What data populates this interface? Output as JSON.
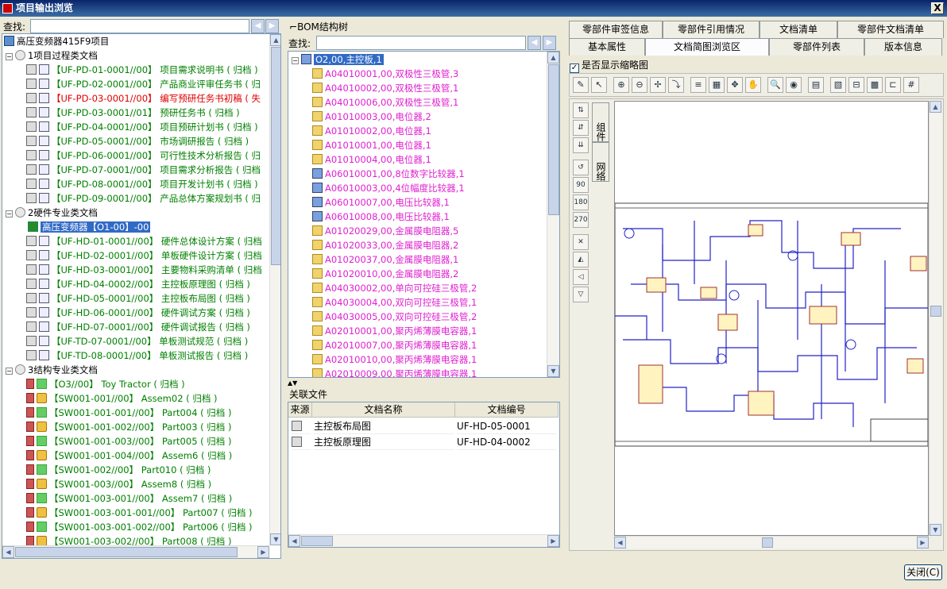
{
  "window": {
    "title": "项目输出浏览",
    "close_glyph": "X"
  },
  "left": {
    "search_label": "查找:",
    "root": "高压变频器415F9项目",
    "groups": [
      {
        "label": "1项目过程类文档",
        "items": [
          {
            "text": "【UF-PD-01-0001//00】 项目需求说明书 ( 归档 )",
            "color": "g"
          },
          {
            "text": "【UF-PD-02-0001//00】 产品商业评审任务书 ( 归",
            "color": "g"
          },
          {
            "text": "【UF-PD-03-0001//00】 编写预研任务书初稿 ( 失",
            "color": "r"
          },
          {
            "text": "【UF-PD-03-0001//01】 预研任务书 ( 归档 )",
            "color": "g"
          },
          {
            "text": "【UF-PD-04-0001//00】 项目预研计划书 ( 归档 )",
            "color": "g"
          },
          {
            "text": "【UF-PD-05-0001//00】 市场调研报告 ( 归档 )",
            "color": "g"
          },
          {
            "text": "【UF-PD-06-0001//00】 可行性技术分析报告 ( 归",
            "color": "g"
          },
          {
            "text": "【UF-PD-07-0001//00】 项目需求分析报告 ( 归档",
            "color": "g"
          },
          {
            "text": "【UF-PD-08-0001//00】 项目开发计划书 ( 归档 )",
            "color": "g"
          },
          {
            "text": "【UF-PD-09-0001//00】 产品总体方案规划书 ( 归",
            "color": "g"
          }
        ]
      },
      {
        "label": "2硬件专业类文档",
        "selected": "高压变频器【O1-00】-00",
        "items": [
          {
            "text": "【UF-HD-01-0001//00】 硬件总体设计方案 ( 归档",
            "color": "g"
          },
          {
            "text": "【UF-HD-02-0001//00】 单板硬件设计方案 ( 归档",
            "color": "g"
          },
          {
            "text": "【UF-HD-03-0001//00】 主要物料采购清单 ( 归档",
            "color": "g"
          },
          {
            "text": "【UF-HD-04-0002//00】 主控板原理图 ( 归档 )",
            "color": "g"
          },
          {
            "text": "【UF-HD-05-0001//00】 主控板布局图 ( 归档 )",
            "color": "g"
          },
          {
            "text": "【UF-HD-06-0001//00】 硬件调试方案 ( 归档 )",
            "color": "g"
          },
          {
            "text": "【UF-HD-07-0001//00】 硬件调试报告 ( 归档 )",
            "color": "g"
          },
          {
            "text": "【UF-TD-07-0001//00】 单板测试规范 ( 归档 )",
            "color": "g"
          },
          {
            "text": "【UF-TD-08-0001//00】 单板测试报告 ( 归档 )",
            "color": "g"
          }
        ]
      },
      {
        "label": "3结构专业类文档",
        "items": [
          {
            "text": "【O3//00】 Toy Tractor ( 归档 )",
            "color": "g"
          },
          {
            "text": "【SW001-001//00】 Assem02 ( 归档 )",
            "color": "g"
          },
          {
            "text": "【SW001-001-001//00】 Part004 ( 归档 )",
            "color": "g"
          },
          {
            "text": "【SW001-001-002//00】 Part003 ( 归档 )",
            "color": "g"
          },
          {
            "text": "【SW001-001-003//00】 Part005 ( 归档 )",
            "color": "g"
          },
          {
            "text": "【SW001-001-004//00】 Assem6 ( 归档 )",
            "color": "g"
          },
          {
            "text": "【SW001-002//00】 Part010 ( 归档 )",
            "color": "g"
          },
          {
            "text": "【SW001-003//00】 Assem8 ( 归档 )",
            "color": "g"
          },
          {
            "text": "【SW001-003-001//00】 Assem7 ( 归档 )",
            "color": "g"
          },
          {
            "text": "【SW001-003-001-001//00】 Part007 ( 归档 )",
            "color": "g"
          },
          {
            "text": "【SW001-003-001-002//00】 Part006 ( 归档 )",
            "color": "g"
          },
          {
            "text": "【SW001-003-002//00】 Part008 ( 归档 )",
            "color": "g"
          }
        ]
      }
    ]
  },
  "bom": {
    "title": "BOM结构树",
    "search_label": "查找:",
    "root": "O2,00,主控板,1",
    "items": [
      "A04010001,00,双极性三极管,3",
      "A04010002,00,双极性三极管,1",
      "A04010006,00,双极性三极管,1",
      "A01010003,00,电位器,2",
      "A01010002,00,电位器,1",
      "A01010001,00,电位器,1",
      "A01010004,00,电位器,1",
      "A06010001,00,8位数字比较器,1",
      "A06010003,00,4位幅度比较器,1",
      "A06010007,00,电压比较器,1",
      "A06010008,00,电压比较器,1",
      "A01020029,00,金属膜电阻器,5",
      "A01020033,00,金属膜电阻器,2",
      "A01020037,00,金属膜电阻器,1",
      "A01020010,00,金属膜电阻器,2",
      "A04030002,00,单向可控硅三极管,2",
      "A04030004,00,双向可控硅三极管,1",
      "A04030005,00,双向可控硅三极管,2",
      "A02010001,00,聚丙烯薄膜电容器,1",
      "A02010007,00,聚丙烯薄膜电容器,1",
      "A02010010,00,聚丙烯薄膜电容器,1",
      "A02010009,00,聚丙烯薄膜电容器,1"
    ]
  },
  "related": {
    "title": "关联文件",
    "headers": [
      "来源",
      "文档名称",
      "文档编号"
    ],
    "rows": [
      [
        "主控板布局图",
        "UF-HD-05-0001"
      ],
      [
        "主控板原理图",
        "UF-HD-04-0002"
      ]
    ]
  },
  "right": {
    "tabs_row1": [
      "零部件审签信息",
      "零部件引用情况",
      "文档清单",
      "零部件文档清单"
    ],
    "tabs_row2": [
      "基本属性",
      "文档简图浏览区",
      "零部件列表",
      "版本信息"
    ],
    "thumb_label": "是否显示缩略图",
    "side_tabs": [
      "组件",
      "网络"
    ],
    "toolbar": [
      "✎",
      "↖",
      "⊕",
      "⊖",
      "✢",
      "⤵",
      "≡",
      "▦",
      "✥",
      "✋",
      "🔍",
      "◉",
      "▤",
      "▧",
      "⊟",
      "▩",
      "⊏",
      "#"
    ],
    "sidetools": [
      "⇅",
      "⇵",
      "⇊",
      "↺",
      "90",
      "180",
      "270",
      "✕",
      "◭",
      "◁",
      "▽"
    ]
  },
  "footer": {
    "close": "关闭(C)"
  },
  "colors": {
    "green": "#008000",
    "red": "#e00000",
    "magenta": "#e020d0",
    "select": "#316ac5"
  }
}
